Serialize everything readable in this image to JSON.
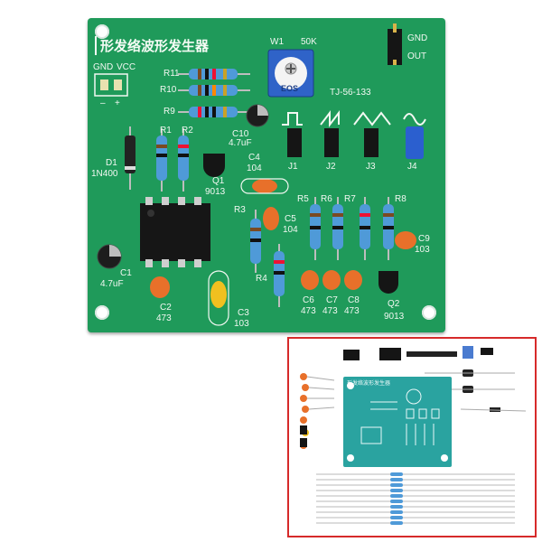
{
  "board": {
    "title": "形发络波形发生器",
    "model": "TJ-56-133",
    "pot": {
      "ref": "W1",
      "value": "50K",
      "marking": "EOS"
    },
    "out_header": {
      "gnd": "GND",
      "out": "OUT"
    },
    "power_header": {
      "gnd": "GND",
      "vcc": "VCC",
      "minus": "–",
      "plus": "+"
    },
    "resistors": [
      {
        "ref": "R11"
      },
      {
        "ref": "R10"
      },
      {
        "ref": "R9"
      },
      {
        "ref": "R1"
      },
      {
        "ref": "R2"
      },
      {
        "ref": "R3"
      },
      {
        "ref": "R4"
      },
      {
        "ref": "R5"
      },
      {
        "ref": "R6"
      },
      {
        "ref": "R7"
      },
      {
        "ref": "R8"
      }
    ],
    "diode": {
      "ref": "D1",
      "part": "1N400"
    },
    "transistors": [
      {
        "ref": "Q1",
        "part": "9013"
      },
      {
        "ref": "Q2",
        "part": "9013"
      }
    ],
    "caps": [
      {
        "ref": "C1",
        "value": "4.7uF"
      },
      {
        "ref": "C2",
        "value": "473"
      },
      {
        "ref": "C3",
        "value": "103"
      },
      {
        "ref": "C4",
        "value": "104"
      },
      {
        "ref": "C5",
        "value": "104"
      },
      {
        "ref": "C6",
        "value": "473"
      },
      {
        "ref": "C7",
        "value": "473"
      },
      {
        "ref": "C8",
        "value": "473"
      },
      {
        "ref": "C9",
        "value": "103"
      },
      {
        "ref": "C10",
        "value": "4.7uF"
      }
    ],
    "jumpers": [
      {
        "ref": "J1"
      },
      {
        "ref": "J2"
      },
      {
        "ref": "J3"
      },
      {
        "ref": "J4"
      }
    ]
  },
  "kit_inset": {
    "border_color": "#d62a2a",
    "mini_title": "形发络波形发生器"
  },
  "colors": {
    "pcb": "#1f9a5a",
    "silkscreen": "#f2f8f2",
    "resistor_body": "#4f9ad8",
    "ceramic_cap": "#e8702a",
    "header_black": "#1a1a1a"
  }
}
